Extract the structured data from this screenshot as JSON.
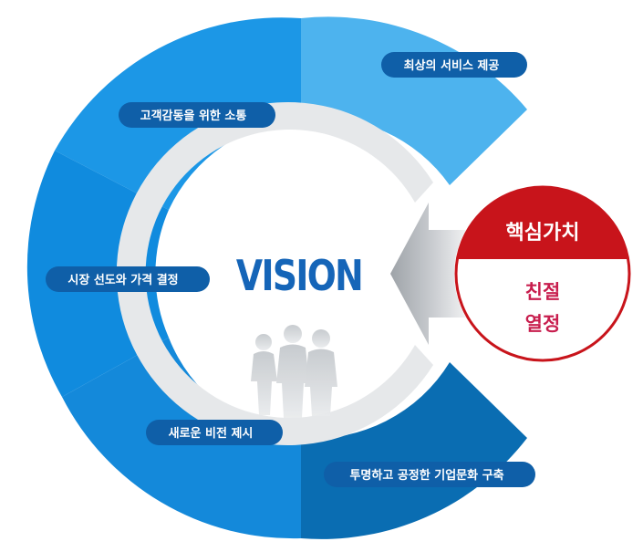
{
  "center": {
    "title": "VISION"
  },
  "values": [
    {
      "label": "최상의 서비스 제공",
      "color": "#4db3ee"
    },
    {
      "label": "고객감동을 위한 소통",
      "color": "#1c97e6"
    },
    {
      "label": "시장 선도와 가격 결정",
      "color": "#108bde"
    },
    {
      "label": "새로운 비전 제시",
      "color": "#1489da"
    },
    {
      "label": "투명하고 공정한 기업문화 구축",
      "color": "#0a6db2"
    }
  ],
  "badge": {
    "title": "핵심가치",
    "line1": "친절",
    "line2": "열정",
    "header_color": "#c8141b",
    "text_color": "#c81e4e"
  },
  "colors": {
    "ring_inner": "#e6e8ea",
    "pill_dark": "#0f5fa8",
    "vision_text": "#1565b8"
  }
}
